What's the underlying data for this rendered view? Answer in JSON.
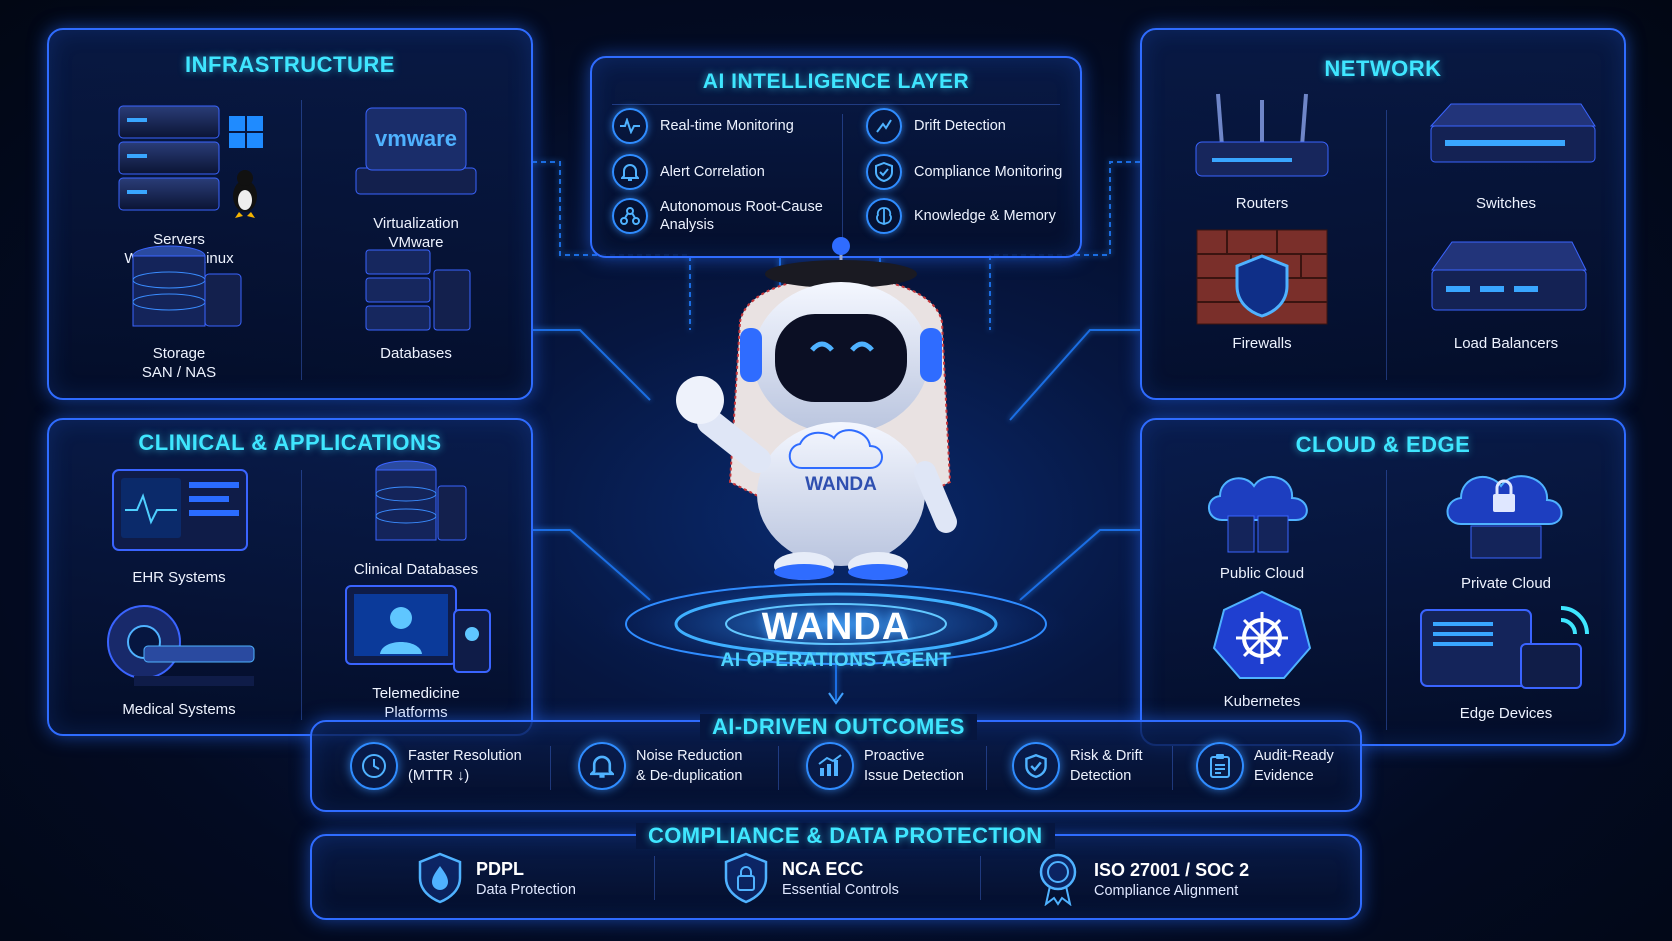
{
  "infrastructure": {
    "title": "INFRASTRUCTURE",
    "tiles": [
      {
        "line1": "Servers",
        "line2": "Windows / Linux"
      },
      {
        "line1": "Virtualization",
        "line2": "VMware",
        "brand": "vmware"
      },
      {
        "line1": "Storage",
        "line2": "SAN / NAS"
      },
      {
        "line1": "Databases",
        "line2": ""
      }
    ]
  },
  "ai_layer": {
    "title": "AI INTELLIGENCE LAYER",
    "items": [
      {
        "label": "Real-time Monitoring",
        "icon": "pulse-icon"
      },
      {
        "label": "Drift Detection",
        "icon": "drift-icon"
      },
      {
        "label": "Alert Correlation",
        "icon": "bell-icon"
      },
      {
        "label": "Compliance Monitoring",
        "icon": "shield-check-icon"
      },
      {
        "label": "Autonomous Root-Cause",
        "label2": "Analysis",
        "icon": "nodes-icon"
      },
      {
        "label": "Knowledge & Memory",
        "icon": "brain-icon"
      }
    ]
  },
  "network": {
    "title": "NETWORK",
    "tiles": [
      {
        "label": "Routers"
      },
      {
        "label": "Switches"
      },
      {
        "label": "Firewalls"
      },
      {
        "label": "Load Balancers"
      }
    ]
  },
  "clinical": {
    "title": "CLINICAL & APPLICATIONS",
    "tiles": [
      {
        "line1": "EHR Systems",
        "line2": ""
      },
      {
        "line1": "Clinical Databases",
        "line2": ""
      },
      {
        "line1": "Medical Systems",
        "line2": ""
      },
      {
        "line1": "Telemedicine",
        "line2": "Platforms"
      }
    ]
  },
  "cloud": {
    "title": "CLOUD & EDGE",
    "tiles": [
      {
        "label": "Public Cloud"
      },
      {
        "label": "Private Cloud"
      },
      {
        "label": "Kubernetes"
      },
      {
        "label": "Edge Devices"
      }
    ]
  },
  "agent": {
    "badge": "WANDA",
    "name": "WANDA",
    "subtitle": "AI OPERATIONS AGENT"
  },
  "outcomes": {
    "title": "AI-DRIVEN OUTCOMES",
    "items": [
      {
        "line1": "Faster Resolution",
        "line2": "(MTTR ↓)",
        "icon": "clock-icon"
      },
      {
        "line1": "Noise Reduction",
        "line2": "& De-duplication",
        "icon": "bell-icon"
      },
      {
        "line1": "Proactive",
        "line2": "Issue Detection",
        "icon": "chart-up-icon"
      },
      {
        "line1": "Risk & Drift",
        "line2": "Detection",
        "icon": "shield-check-icon"
      },
      {
        "line1": "Audit-Ready",
        "line2": "Evidence",
        "icon": "clipboard-icon"
      }
    ]
  },
  "compliance": {
    "title": "COMPLIANCE & DATA PROTECTION",
    "items": [
      {
        "title": "PDPL",
        "subtitle": "Data Protection",
        "icon": "shield-drop-icon"
      },
      {
        "title": "NCA ECC",
        "subtitle": "Essential Controls",
        "icon": "shield-lock-icon"
      },
      {
        "title": "ISO 27001 / SOC 2",
        "subtitle": "Compliance Alignment",
        "icon": "award-icon"
      }
    ]
  },
  "colors": {
    "accent": "#3fe6ff",
    "border": "#2f6cff",
    "bg": "#030b22"
  }
}
